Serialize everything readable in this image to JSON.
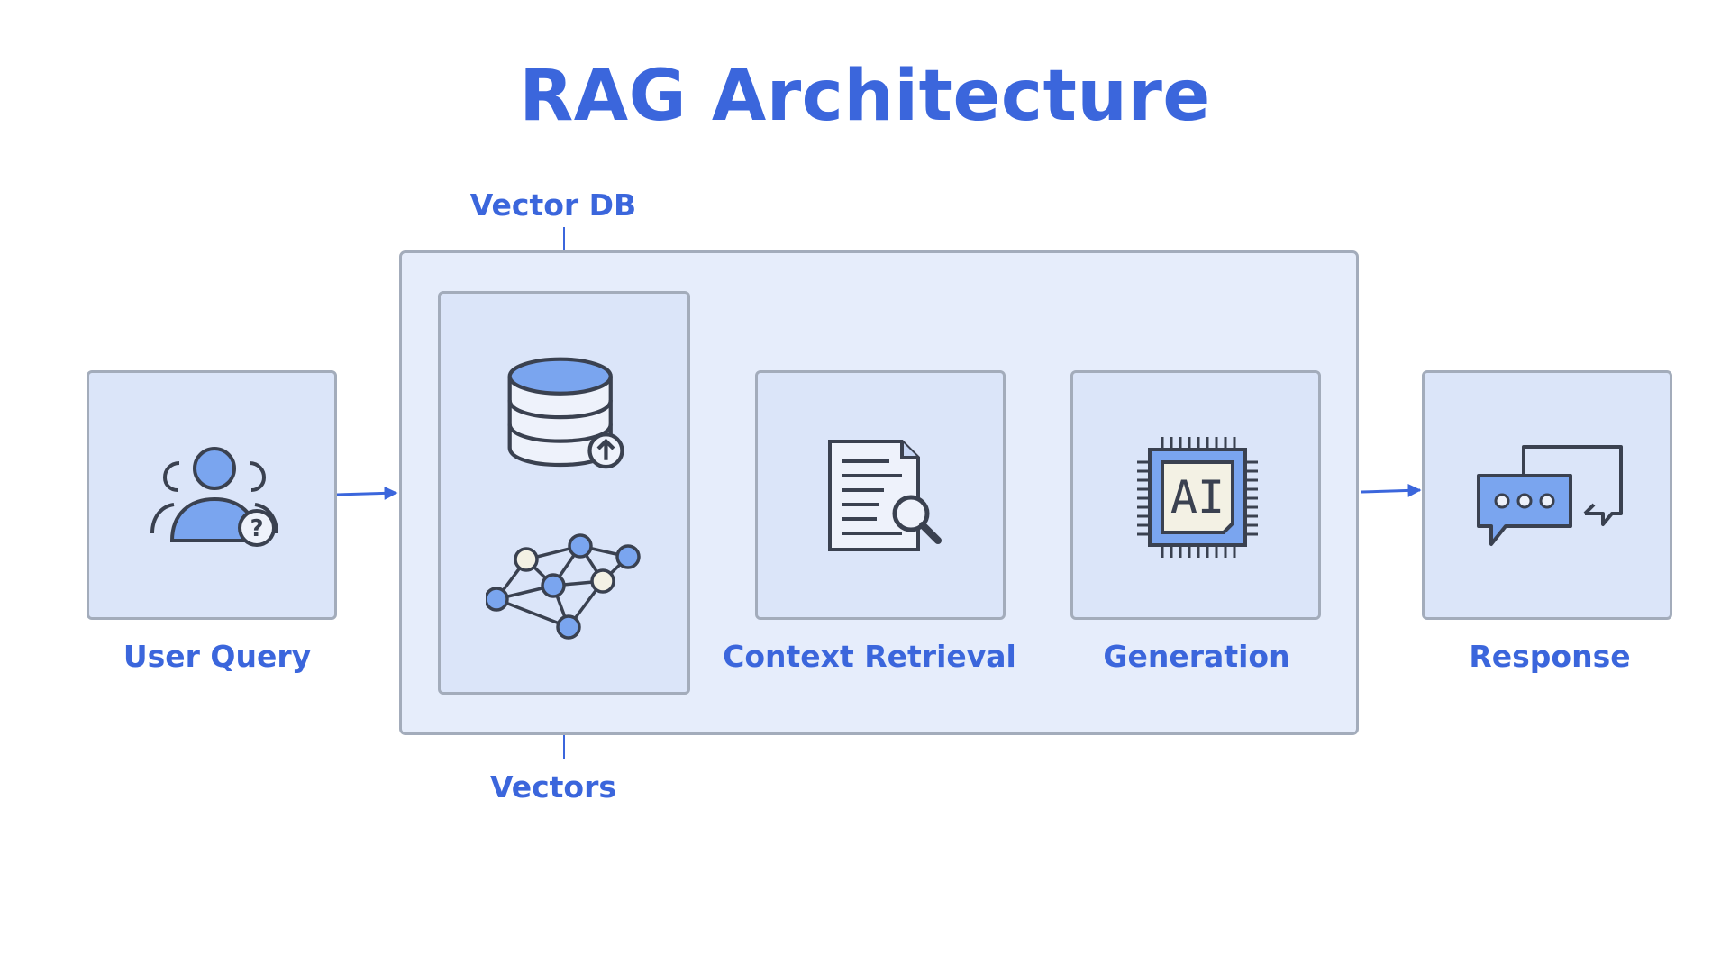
{
  "title": "RAG Architecture",
  "nodes": {
    "user_query": {
      "label": "User Query",
      "icon": "user-question-icon"
    },
    "vector_db": {
      "label": "Vector DB",
      "icon": "database-upload-icon"
    },
    "vectors": {
      "label": "Vectors",
      "icon": "vector-network-icon"
    },
    "context_retrieval": {
      "label": "Context Retrieval",
      "icon": "document-search-icon"
    },
    "generation": {
      "label": "Generation",
      "icon": "ai-chip-icon",
      "chip_text": "AI"
    },
    "response": {
      "label": "Response",
      "icon": "chat-bubbles-icon"
    }
  },
  "colors": {
    "accent": "#3b66dc",
    "icon_fill": "#7aa5ef",
    "icon_stroke": "#3a4150",
    "card_bg": "#dbe5f9",
    "container_bg": "#e6edfb",
    "border": "#a3acbb"
  }
}
